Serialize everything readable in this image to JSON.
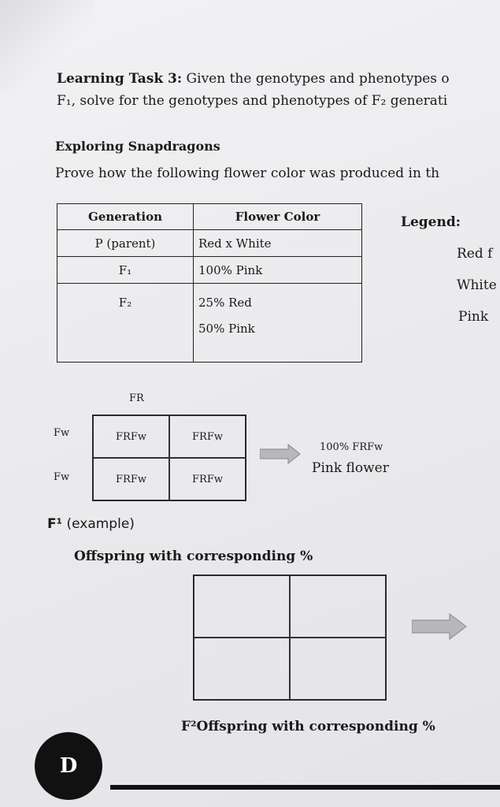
{
  "task": {
    "label": "Learning Task 3:",
    "line1": "Given the genotypes and phenotypes o",
    "line2": "F₁, solve for the genotypes and phenotypes of F₂ generati"
  },
  "section_title": "Exploring Snapdragons",
  "prompt": "Prove how the following flower color was produced in th",
  "table": {
    "headers": [
      "Generation",
      "Flower Color"
    ],
    "rows": [
      {
        "generation": "P (parent)",
        "color": "Red x White"
      },
      {
        "generation": "F₁",
        "color": "100% Pink"
      },
      {
        "generation": "F₂",
        "color": "25% Red",
        "color2": "50% Pink"
      }
    ]
  },
  "legend": {
    "title": "Legend:",
    "items": [
      "Red f",
      "White",
      "Pink"
    ]
  },
  "punnett1": {
    "top_allele": "FR",
    "left_alleles": [
      "Fw",
      "Fw"
    ],
    "cells": [
      "FRFw",
      "FRFw",
      "FRFw",
      "FRFw"
    ],
    "result_line1": "100% FRFw",
    "result_line2": "Pink flower",
    "caption_sup": "F¹",
    "caption": "(example)"
  },
  "punnett2_heading": "Offspring with corresponding %",
  "f2_caption": "F²Offspring with corresponding %",
  "badge": "D",
  "colors": {
    "paper": "#ececef",
    "ink": "#1a1a1a",
    "arrow_fill": "#b8b8bc",
    "badge": "#111111"
  }
}
